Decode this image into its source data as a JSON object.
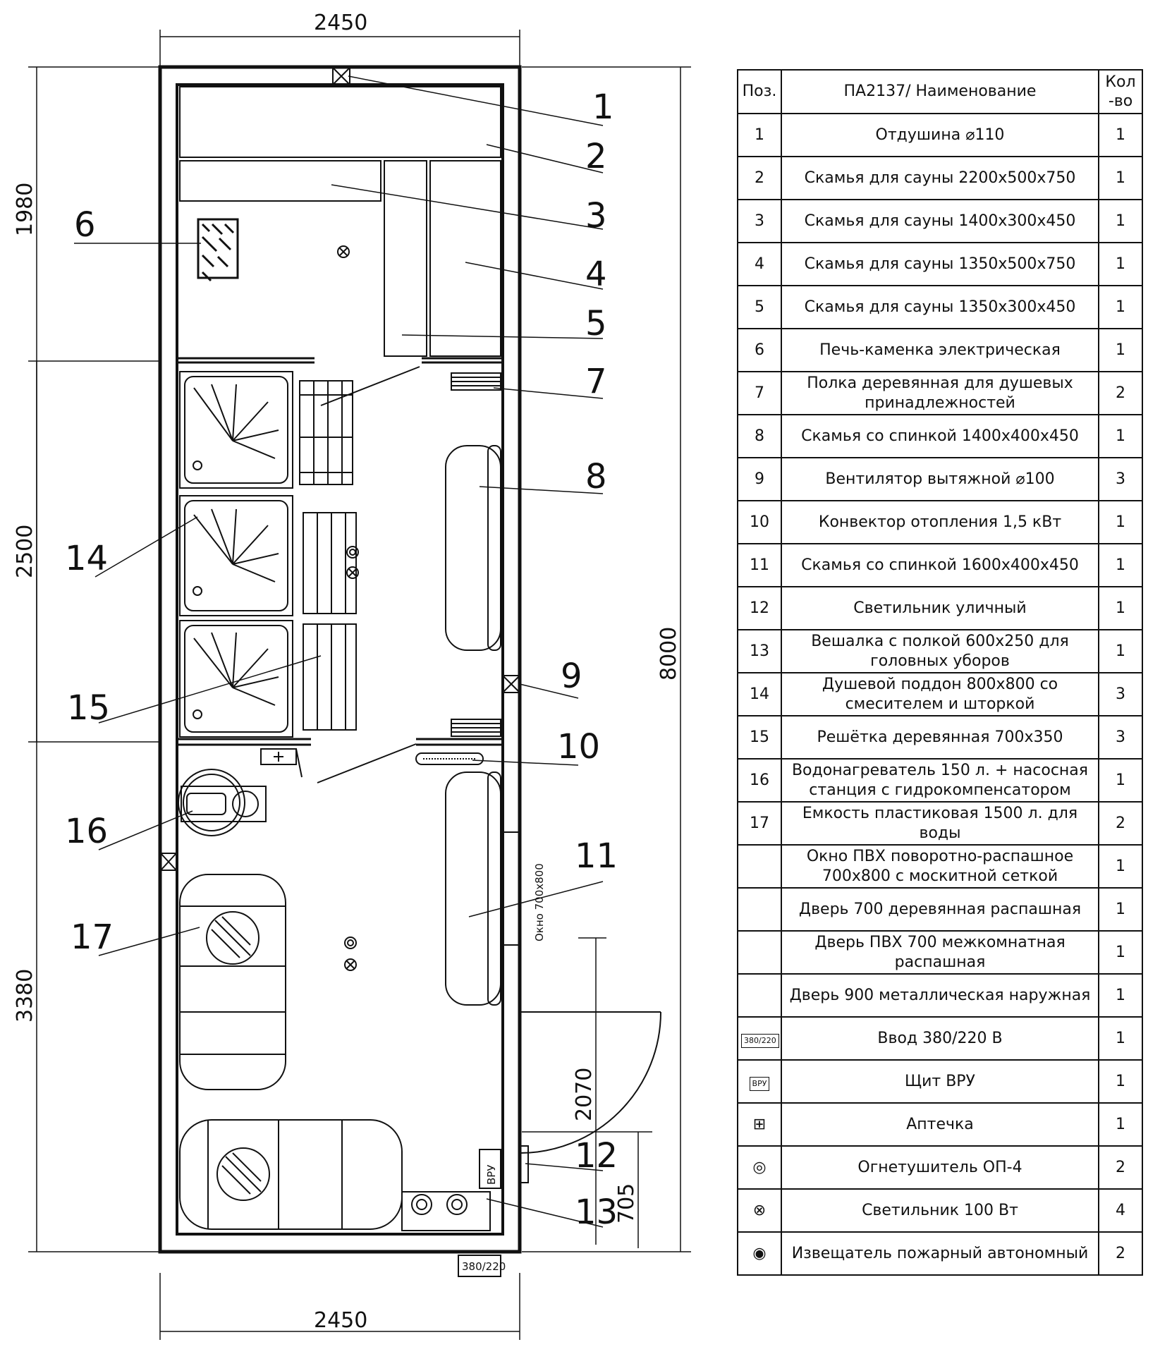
{
  "plan": {
    "dimensions": {
      "width_top": "2450",
      "width_bottom": "2450",
      "total_length": "8000",
      "section_1": "1980",
      "section_2": "2500",
      "section_3": "3380",
      "door_offset": "2070",
      "fixture_offset": "705"
    },
    "window_label": "Окно 700х800",
    "vru_label": "ВРУ",
    "input_label": "380/220",
    "callouts": [
      "1",
      "2",
      "3",
      "4",
      "5",
      "6",
      "7",
      "8",
      "9",
      "10",
      "11",
      "12",
      "13",
      "14",
      "15",
      "16",
      "17"
    ]
  },
  "table": {
    "header": {
      "pos": "Поз.",
      "name": "ПА2137/ Наименование",
      "qty": "Кол -во"
    },
    "rows": [
      {
        "pos": "1",
        "name": "Отдушина ⌀110",
        "qty": "1"
      },
      {
        "pos": "2",
        "name": "Скамья для сауны 2200х500х750",
        "qty": "1"
      },
      {
        "pos": "3",
        "name": "Скамья для сауны 1400х300х450",
        "qty": "1"
      },
      {
        "pos": "4",
        "name": "Скамья для сауны 1350х500х750",
        "qty": "1"
      },
      {
        "pos": "5",
        "name": "Скамья для сауны 1350х300х450",
        "qty": "1"
      },
      {
        "pos": "6",
        "name": "Печь-каменка электрическая",
        "qty": "1"
      },
      {
        "pos": "7",
        "name": "Полка деревянная для душевых принадлежностей",
        "qty": "2"
      },
      {
        "pos": "8",
        "name": "Скамья со спинкой 1400х400х450",
        "qty": "1"
      },
      {
        "pos": "9",
        "name": "Вентилятор вытяжной ⌀100",
        "qty": "3"
      },
      {
        "pos": "10",
        "name": "Конвектор отопления 1,5 кВт",
        "qty": "1"
      },
      {
        "pos": "11",
        "name": "Скамья со спинкой 1600х400х450",
        "qty": "1"
      },
      {
        "pos": "12",
        "name": "Светильник уличный",
        "qty": "1"
      },
      {
        "pos": "13",
        "name": "Вешалка с полкой 600х250 для головных уборов",
        "qty": "1"
      },
      {
        "pos": "14",
        "name": "Душевой поддон 800х800 со смесителем и шторкой",
        "qty": "3"
      },
      {
        "pos": "15",
        "name": "Решётка деревянная 700х350",
        "qty": "3"
      },
      {
        "pos": "16",
        "name": "Водонагреватель 150 л. + насосная станция с гидрокомпенсатором",
        "qty": "1"
      },
      {
        "pos": "17",
        "name": "Емкость пластиковая 1500 л. для воды",
        "qty": "2"
      },
      {
        "pos": "",
        "name": "Окно ПВХ поворотно-распашное 700х800 с москитной сеткой",
        "qty": "1"
      },
      {
        "pos": "",
        "name": "Дверь  700 деревянная распашная",
        "qty": "1"
      },
      {
        "pos": "",
        "name": "Дверь ПВХ 700 межкомнатная распашная",
        "qty": "1"
      },
      {
        "pos": "",
        "name": "Дверь 900 металлическая наружная",
        "qty": "1"
      },
      {
        "pos": "380/220",
        "pos_icon": "input-box-icon",
        "name": "Ввод 380/220 В",
        "qty": "1"
      },
      {
        "pos": "ВРУ",
        "pos_icon": "panel-box-icon",
        "name": "Щит ВРУ",
        "qty": "1"
      },
      {
        "pos": "",
        "pos_icon": "first-aid-kit-icon",
        "name": "Аптечка",
        "qty": "1"
      },
      {
        "pos": "",
        "pos_icon": "fire-extinguisher-icon",
        "name": "Огнетушитель ОП-4",
        "qty": "2"
      },
      {
        "pos": "",
        "pos_icon": "lamp-icon",
        "name": "Светильник 100 Вт",
        "qty": "4"
      },
      {
        "pos": "",
        "pos_icon": "smoke-detector-icon",
        "name": "Извещатель пожарный автономный",
        "qty": "2"
      }
    ]
  }
}
